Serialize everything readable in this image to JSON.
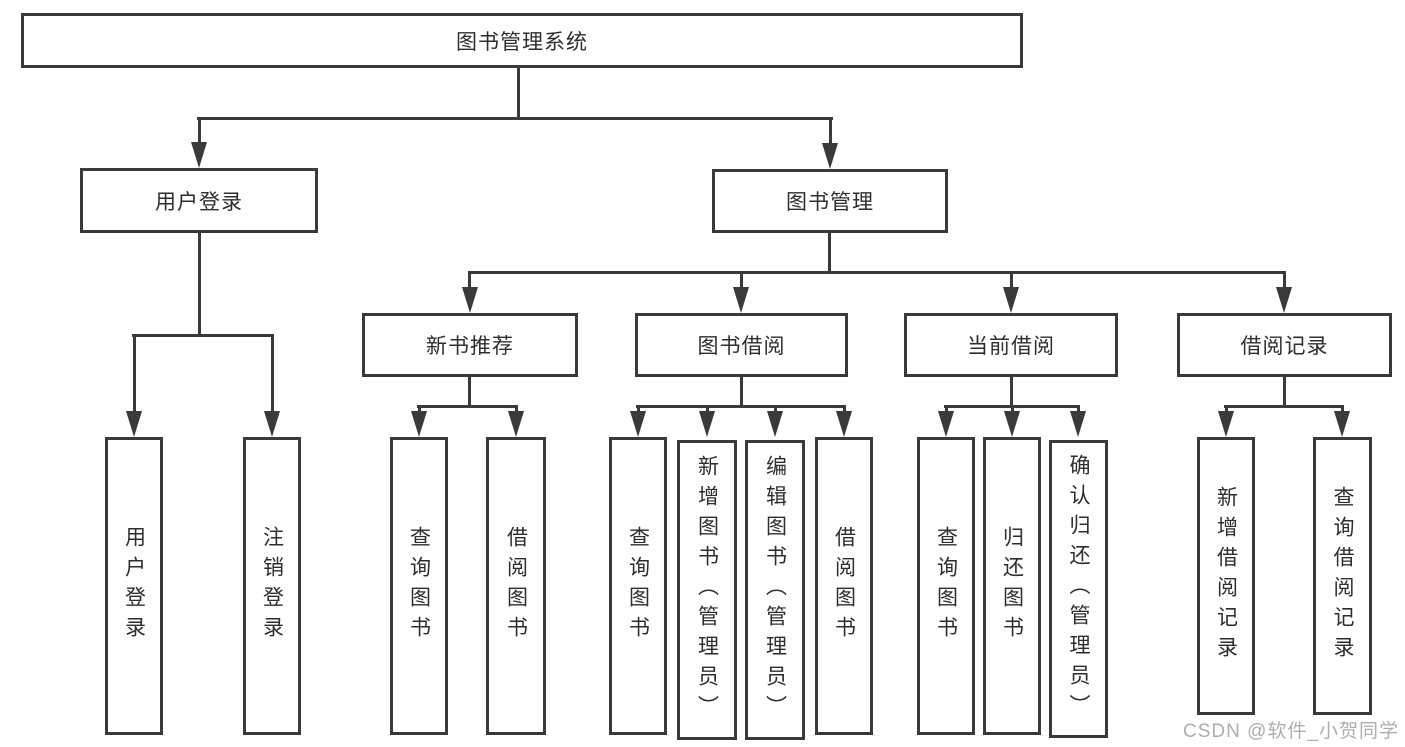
{
  "diagram": {
    "root": "图书管理系统",
    "branches": [
      {
        "label": "用户登录",
        "children": [
          "用户登录",
          "注销登录"
        ]
      },
      {
        "label": "图书管理",
        "sections": [
          {
            "label": "新书推荐",
            "children": [
              "查询图书",
              "借阅图书"
            ]
          },
          {
            "label": "图书借阅",
            "children": [
              "查询图书",
              "新增图书（管理员）",
              "编辑图书（管理员）",
              "借阅图书"
            ]
          },
          {
            "label": "当前借阅",
            "children": [
              "查询图书",
              "归还图书",
              "确认归还（管理员）"
            ]
          },
          {
            "label": "借阅记录",
            "children": [
              "新增借阅记录",
              "查询借阅记录"
            ]
          }
        ]
      }
    ]
  },
  "watermark": "CSDN @软件_小贺同学",
  "colors": {
    "line": "#3a3a3a",
    "box_background": "#ffffff",
    "text": "#2e2e2e",
    "watermark": "#aeaeae"
  }
}
